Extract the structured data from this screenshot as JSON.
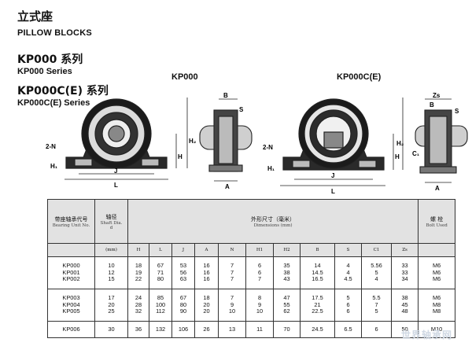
{
  "header": {
    "title_cn": "立式座",
    "title_en": "PILLOW BLOCKS",
    "kp_cn": "KP000 系列",
    "kp_en": "KP000 Series",
    "kpc_cn": "KP000C(E) 系列",
    "kpc_en": "KP000C(E) Series"
  },
  "drawings": {
    "left_title": "KP000",
    "right_title": "KP000C(E)",
    "dims": {
      "two_n": "2-N",
      "h1": "H₁",
      "j": "J",
      "l": "L",
      "h2": "H₂",
      "h": "H",
      "b": "B",
      "a": "A",
      "zs": "Zs",
      "s": "S",
      "c1": "C₁"
    }
  },
  "table": {
    "header": {
      "unit_no_cn": "带座轴承代号",
      "unit_no_en": "Bearing Unit No.",
      "shaft_cn": "轴径",
      "shaft_en": "Shaft Dia.",
      "shaft_sym": "d",
      "dims_cn": "外形尺寸（毫米）",
      "dims_en": "Dimensions (mm)",
      "bolt_cn": "螺  栓",
      "bolt_en": "Bolt Used"
    },
    "units_row": [
      "(mm)",
      "H",
      "L",
      "J",
      "A",
      "N",
      "H1",
      "H2",
      "B",
      "S",
      "C1",
      "Zs"
    ],
    "groups": [
      {
        "unit": [
          "KP000",
          "KP001",
          "KP002"
        ],
        "d": [
          "10",
          "12",
          "15"
        ],
        "H": [
          "18",
          "19",
          "22"
        ],
        "L": [
          "67",
          "71",
          "80"
        ],
        "J": [
          "53",
          "56",
          "63"
        ],
        "A": [
          "16",
          "16",
          "16"
        ],
        "N": [
          "7",
          "7",
          "7"
        ],
        "H1": [
          "6",
          "6",
          "7"
        ],
        "H2": [
          "35",
          "38",
          "43"
        ],
        "B": [
          "14",
          "14.5",
          "16.5"
        ],
        "S": [
          "4",
          "4",
          "4.5"
        ],
        "C1": [
          "5.56",
          "5",
          "4"
        ],
        "Zs": [
          "33",
          "33",
          "34"
        ],
        "bolt": [
          "M6",
          "M6",
          "M6"
        ]
      },
      {
        "unit": [
          "KP003",
          "KP004",
          "KP005"
        ],
        "d": [
          "17",
          "20",
          "25"
        ],
        "H": [
          "24",
          "28",
          "32"
        ],
        "L": [
          "85",
          "100",
          "112"
        ],
        "J": [
          "67",
          "80",
          "90"
        ],
        "A": [
          "18",
          "20",
          "20"
        ],
        "N": [
          "7",
          "9",
          "10"
        ],
        "H1": [
          "8",
          "9",
          "10"
        ],
        "H2": [
          "47",
          "55",
          "62"
        ],
        "B": [
          "17.5",
          "21",
          "22.5"
        ],
        "S": [
          "5",
          "6",
          "6"
        ],
        "C1": [
          "5.5",
          "7",
          "5"
        ],
        "Zs": [
          "38",
          "45",
          "48"
        ],
        "bolt": [
          "M6",
          "M8",
          "M8"
        ]
      }
    ],
    "last_row": {
      "unit": "KP006",
      "d": "30",
      "H": "36",
      "L": "132",
      "J": "106",
      "A": "26",
      "N": "13",
      "H1": "11",
      "H2": "70",
      "B": "24.5",
      "S": "6.5",
      "C1": "6",
      "Zs": "50",
      "bolt": "M10"
    }
  },
  "watermark": "世界轴承网"
}
